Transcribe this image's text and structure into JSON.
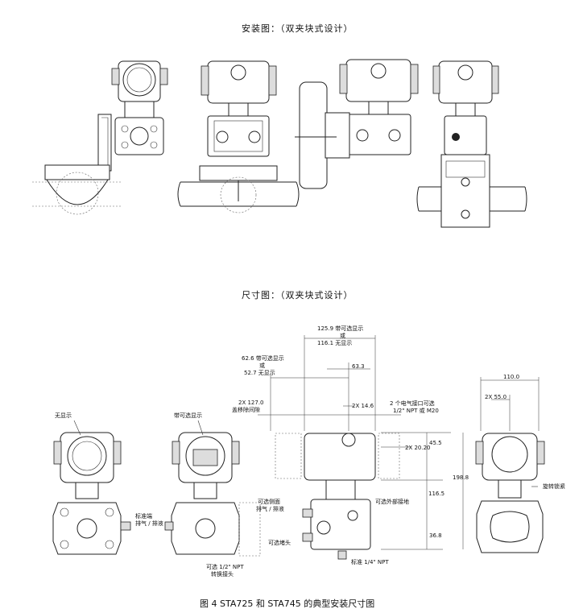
{
  "titles": {
    "install": "安装图：（双夹块式设计）",
    "dimension": "尺寸图：（双夹块式设计）"
  },
  "dimensions": {
    "d125": "125.9 带可选显示",
    "or1": "或",
    "d116": "116.1 无显示",
    "d626": "62.6 带可选显示",
    "or2": "或",
    "d527": "52.7 无显示",
    "d633": "63.3",
    "d110": "110.0",
    "d550": "2X 55.0",
    "d1270": "2X 127.0",
    "d1270b": "盖移除间隙",
    "d146": "2X 14.6",
    "elec1": "2 个电气接口可选",
    "elec2": "1/2\" NPT 或 M20",
    "d455": "45.5",
    "d2020": "2X 20.20",
    "d1988": "198.8",
    "d1165": "116.5",
    "d368": "36.8"
  },
  "labels": {
    "no_display": "无显示",
    "with_display": "带可选显示",
    "std_vent1": "标准端",
    "std_vent2": "排气 / 排液",
    "npt_adapter1": "可选 1/2\" NPT",
    "npt_adapter2": "转换接头",
    "side_vent1": "可选侧面",
    "side_vent2": "排气 / 排液",
    "plug": "可选堵头",
    "ext_ground": "可选外部接地",
    "std_npt": "标准 1/4\" NPT",
    "rot_lock": "旋转锁紧"
  },
  "caption": "图 4  STA725 和 STA745 的典型安装尺寸图"
}
